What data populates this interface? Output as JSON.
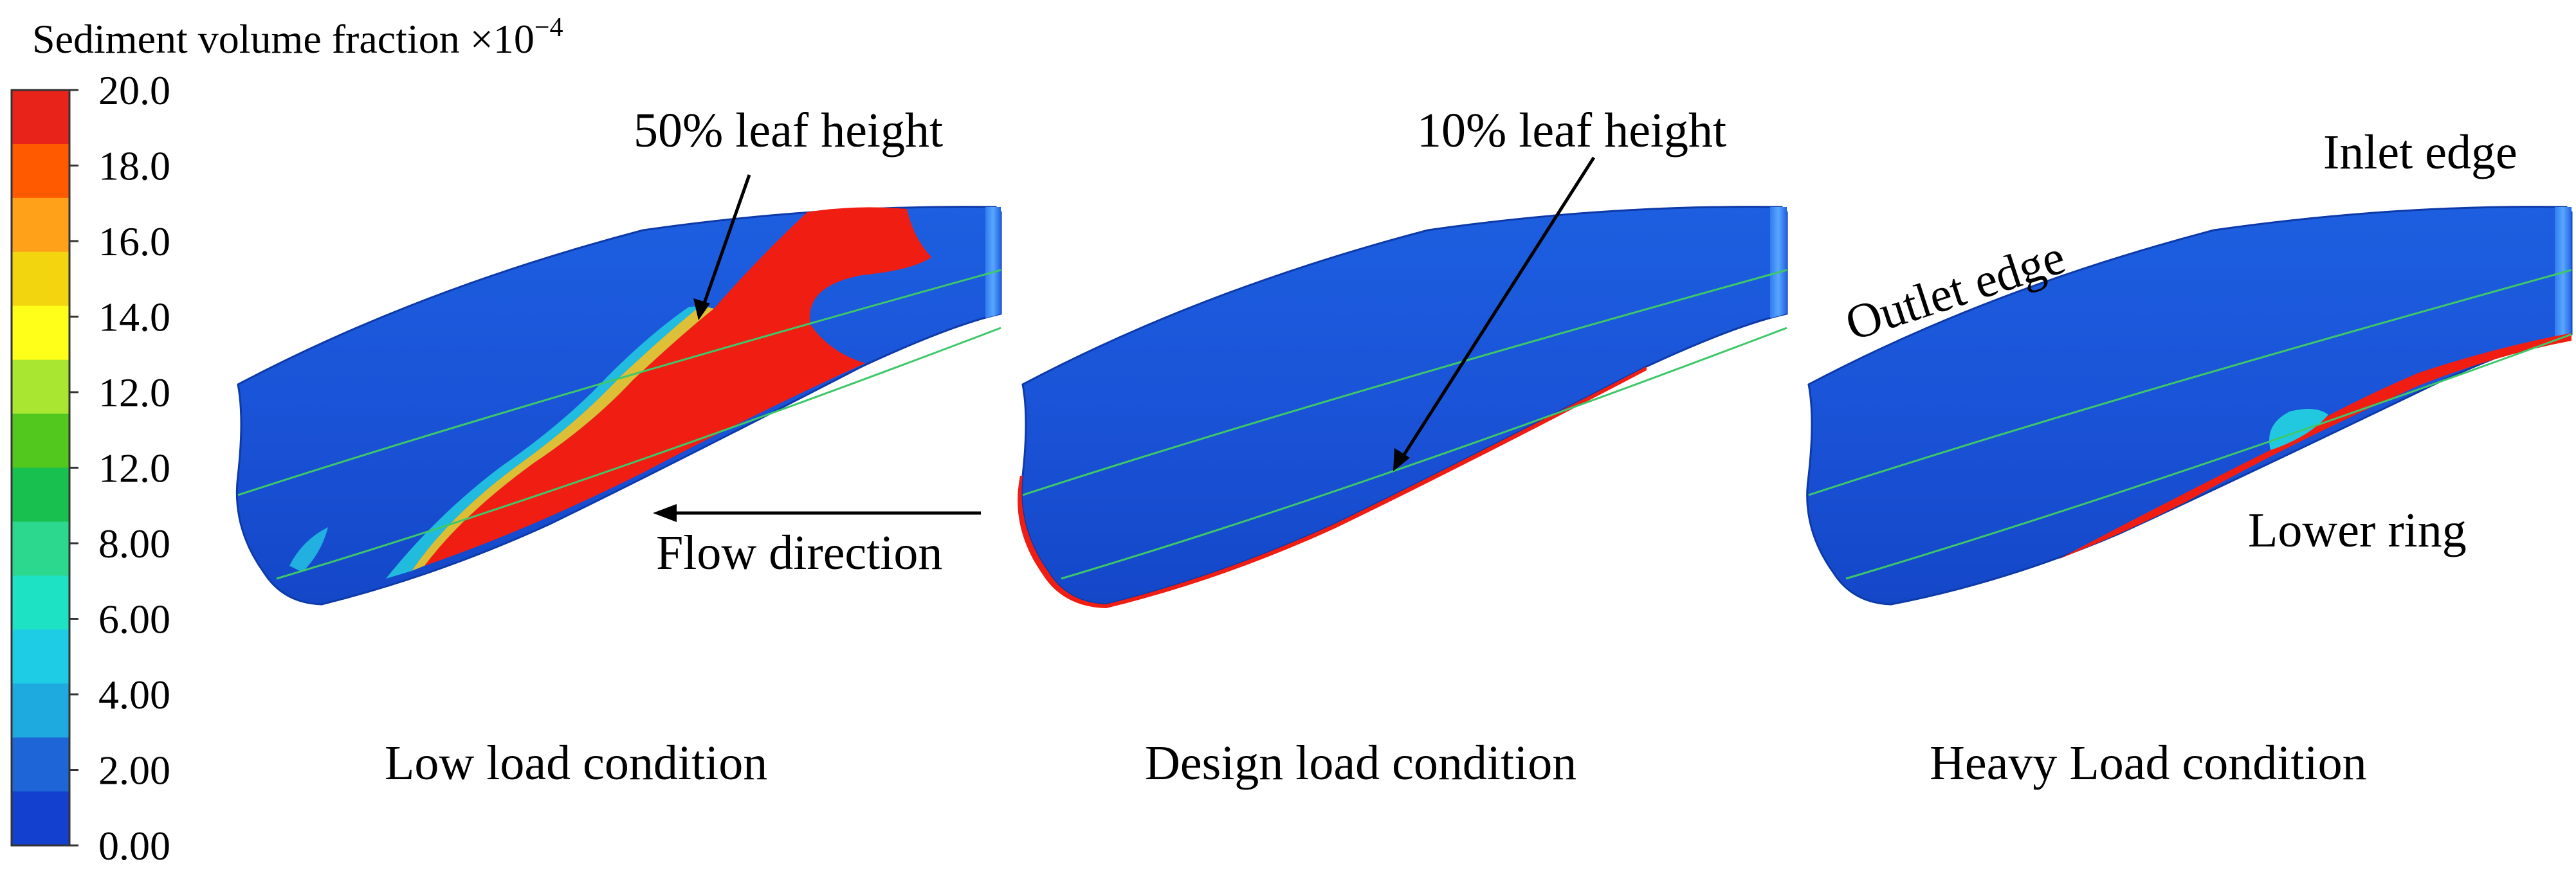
{
  "colorbar": {
    "title": "Sediment volume fraction ×10",
    "exponent": "−4",
    "ticks": [
      "20.0",
      "18.0",
      "16.0",
      "14.0",
      "12.0",
      "12.0",
      "8.00",
      "6.00",
      "4.00",
      "2.00",
      "0.00"
    ],
    "colors": [
      "#e8231a",
      "#ff5a00",
      "#ffa21a",
      "#f3d50f",
      "#ffff1a",
      "#a8e632",
      "#52c81e",
      "#18c050",
      "#2cd88e",
      "#1ee2c4",
      "#1ecce6",
      "#1faadf",
      "#1e66d8",
      "#1440d0"
    ]
  },
  "annotations": {
    "leaf50": "50% leaf height",
    "leaf10": "10% leaf height",
    "flow": "Flow direction",
    "inlet": "Inlet edge",
    "outlet": "Outlet edge",
    "lower_ring": "Lower ring"
  },
  "panels": [
    {
      "title": "Low load condition"
    },
    {
      "title": "Design load condition"
    },
    {
      "title": "Heavy Load condition"
    }
  ],
  "colors": {
    "blade": "#1a55d8",
    "high": "#f01e12",
    "contour_line": "#3ec86a"
  }
}
